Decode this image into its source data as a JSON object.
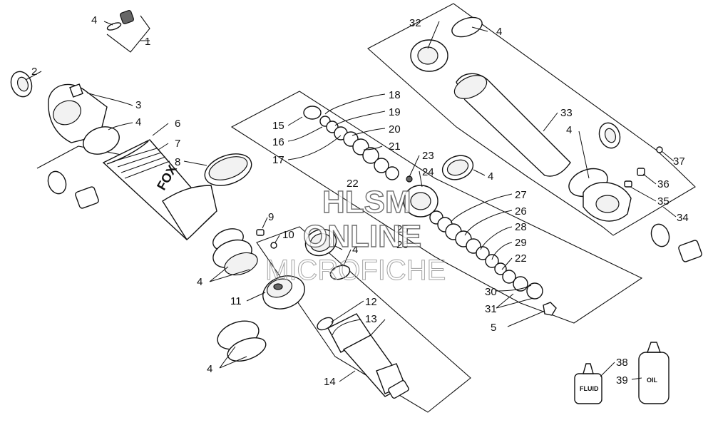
{
  "diagram": {
    "part_labels": [
      "1",
      "2",
      "3",
      "4",
      "5",
      "6",
      "7",
      "8",
      "9",
      "10",
      "11",
      "12",
      "13",
      "14",
      "15",
      "16",
      "17",
      "18",
      "19",
      "20",
      "21",
      "22",
      "23",
      "24",
      "25",
      "26",
      "27",
      "28",
      "29",
      "30",
      "31",
      "32",
      "33",
      "34",
      "35",
      "36",
      "37",
      "38",
      "39"
    ],
    "bottles": {
      "fluid": "FLUID",
      "oil": "OIL"
    },
    "brand_logo": "FOX"
  },
  "watermark": {
    "line1": "HLSM",
    "line2": "ONLINE",
    "line3": "MICROFICHE"
  }
}
